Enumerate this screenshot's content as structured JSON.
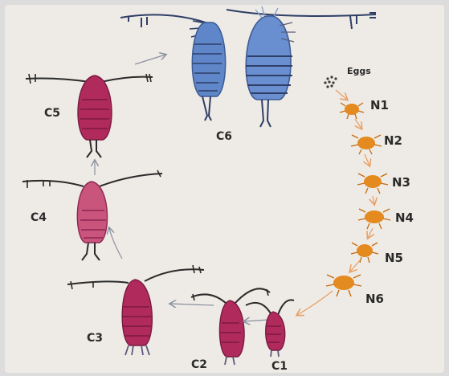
{
  "figure": {
    "colors": {
      "background": "#dcdcdc",
      "paper": "#eeebe6",
      "adult_blue": "#5f86c9",
      "copepodite_pink": "#b02a5c",
      "c4_pink": "#c9557d",
      "nauplius_orange": "#e48a1f",
      "arrow_grey": "#8a8fa0",
      "arrow_orange": "#e8a066",
      "ink": "#2a2a2a"
    },
    "labels": {
      "eggs": "Eggs",
      "n1": "N1",
      "n2": "N2",
      "n3": "N3",
      "n4": "N4",
      "n5": "N5",
      "n6": "N6",
      "c1": "C1",
      "c2": "C2",
      "c3": "C3",
      "c4": "C4",
      "c5": "C5",
      "c6": "C6"
    }
  }
}
